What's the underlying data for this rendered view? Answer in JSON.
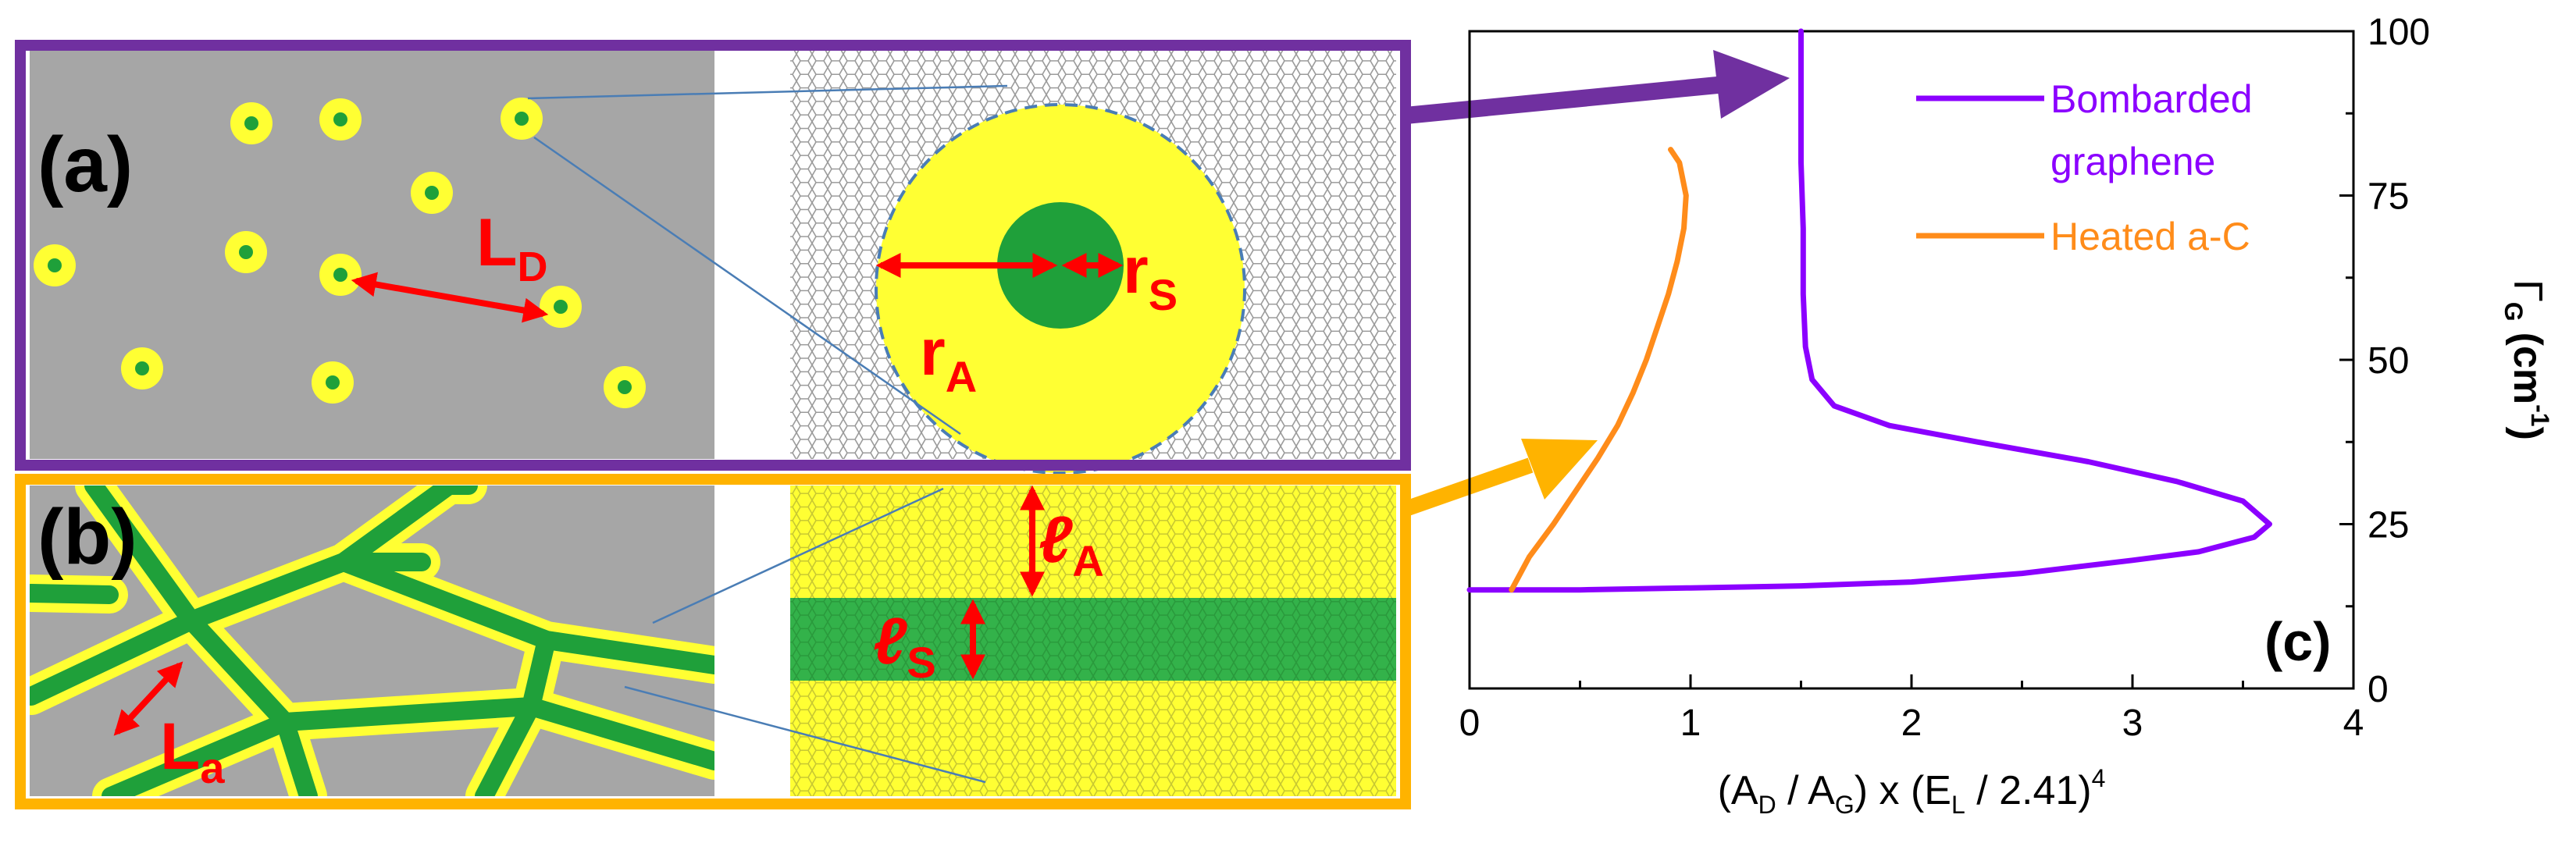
{
  "panel_a": {
    "label": "(a)",
    "spacing_label_main": "L",
    "spacing_label_sub": "D",
    "radius_a_main": "r",
    "radius_a_sub": "A",
    "radius_s_main": "r",
    "radius_s_sub": "S",
    "border_color": "#7030A0"
  },
  "panel_b": {
    "label": "(b)",
    "length_label_main": "L",
    "length_label_sub": "a",
    "ell_a_main": "ℓ",
    "ell_a_sub": "A",
    "ell_s_main": "ℓ",
    "ell_s_sub": "S",
    "border_color": "#FFB300"
  },
  "colors": {
    "gray": "#A6A6A6",
    "yellow": "#FFFF33",
    "green": "#1FA03A",
    "red": "#FF0000",
    "purple_curve": "#8B00FF",
    "orange_curve": "#FF8C1A"
  },
  "chart_data": {
    "type": "line",
    "panel_label": "(c)",
    "xlabel": {
      "p1": "(A",
      "p1_sub": "D",
      "p2": " / A",
      "p2_sub": "G",
      "p3": ") x (E",
      "p3_sub": "L",
      "p4": " / 2.41)",
      "p4_sup": "4"
    },
    "ylabel": {
      "main": "Γ",
      "sub": "G",
      "unit": "(cm",
      "unit_sup": "-1",
      "close": ")"
    },
    "xlim": [
      0,
      4
    ],
    "ylim": [
      0,
      100
    ],
    "x_ticks": [
      "0",
      "1",
      "2",
      "3",
      "4"
    ],
    "y_ticks": [
      "0",
      "25",
      "50",
      "75",
      "100"
    ],
    "y_axis_side": "right",
    "legend_position": "top-right",
    "series": [
      {
        "name": "Bombarded graphene",
        "legend_line1": "Bombarded",
        "legend_line2": "graphene",
        "color": "#8B00FF",
        "points": [
          [
            0.0,
            15
          ],
          [
            0.5,
            15
          ],
          [
            1.0,
            15.3
          ],
          [
            1.5,
            15.6
          ],
          [
            2.0,
            16.2
          ],
          [
            2.5,
            17.5
          ],
          [
            3.0,
            19.5
          ],
          [
            3.3,
            20.8
          ],
          [
            3.55,
            23
          ],
          [
            3.62,
            25
          ],
          [
            3.5,
            28.5
          ],
          [
            3.2,
            31.5
          ],
          [
            2.8,
            34.5
          ],
          [
            2.3,
            37.5
          ],
          [
            1.9,
            40
          ],
          [
            1.65,
            43
          ],
          [
            1.55,
            47
          ],
          [
            1.52,
            52
          ],
          [
            1.51,
            60
          ],
          [
            1.51,
            70
          ],
          [
            1.5,
            80
          ],
          [
            1.5,
            90
          ],
          [
            1.5,
            100
          ]
        ]
      },
      {
        "name": "Heated a-C",
        "legend_line1": "Heated a-C",
        "color": "#FF8C1A",
        "points": [
          [
            0.19,
            15
          ],
          [
            0.27,
            20
          ],
          [
            0.38,
            25
          ],
          [
            0.48,
            30
          ],
          [
            0.58,
            35
          ],
          [
            0.67,
            40
          ],
          [
            0.74,
            45
          ],
          [
            0.8,
            50
          ],
          [
            0.85,
            55
          ],
          [
            0.9,
            60
          ],
          [
            0.94,
            65
          ],
          [
            0.97,
            70
          ],
          [
            0.98,
            75
          ],
          [
            0.95,
            80
          ],
          [
            0.91,
            82
          ]
        ]
      }
    ]
  }
}
